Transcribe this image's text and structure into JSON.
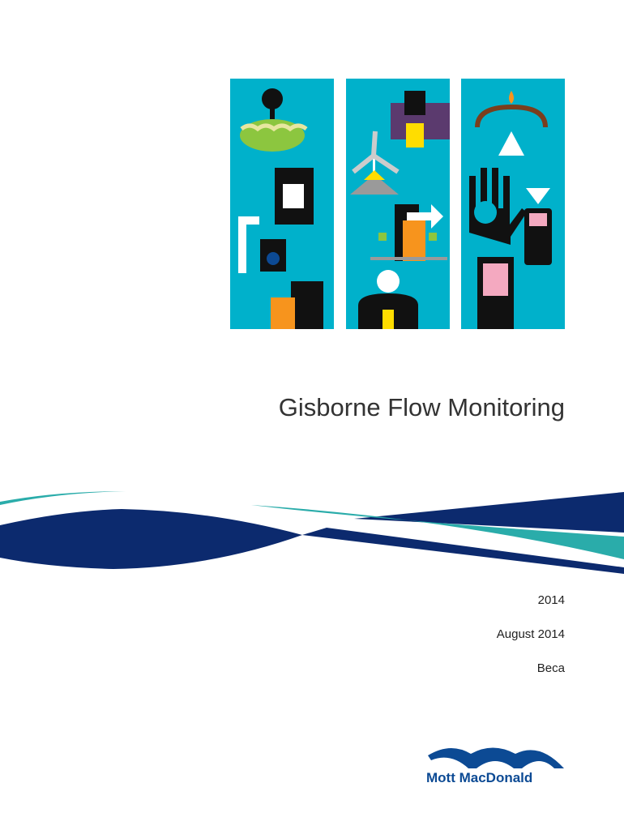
{
  "document": {
    "title": "Gisborne Flow Monitoring",
    "year": "2014",
    "date": "August 2014",
    "client": "Beca"
  },
  "logo": {
    "name": "Mott MacDonald"
  },
  "colors": {
    "panel": "#00b1cb",
    "navy": "#0c2a6e",
    "teal": "#2aacaa",
    "logo": "#0c4a94"
  }
}
